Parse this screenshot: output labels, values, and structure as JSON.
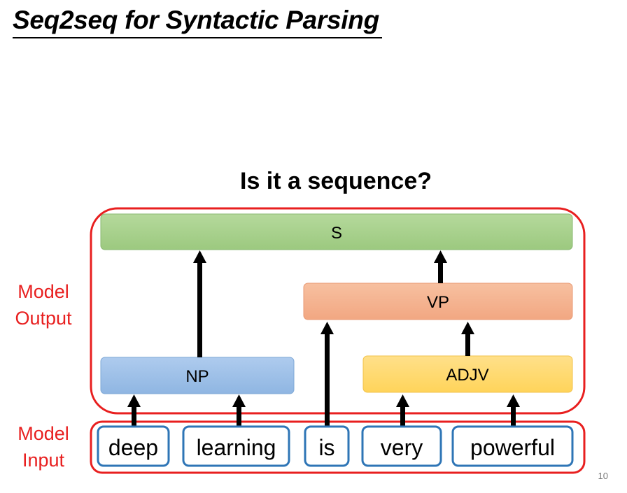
{
  "slide": {
    "title": "Seq2seq for Syntactic Parsing",
    "question": "Is it a sequence?",
    "page_number": "10"
  },
  "labels": {
    "output_line1": "Model",
    "output_line2": "Output",
    "input_line1": "Model",
    "input_line2": "Input"
  },
  "nodes": {
    "s": "S",
    "vp": "VP",
    "np": "NP",
    "adjv": "ADJV"
  },
  "words": [
    "deep",
    "learning",
    "is",
    "very",
    "powerful"
  ],
  "colors": {
    "frame_red": "#e81f1f",
    "word_border": "#2e75b6",
    "s_fill": "#a9d18e",
    "vp_fill": "#f4b183",
    "np_fill": "#9dc3e6",
    "adjv_fill": "#ffd966"
  }
}
